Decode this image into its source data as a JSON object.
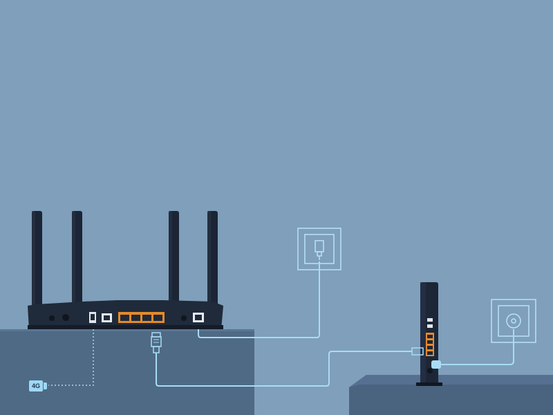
{
  "scene": {
    "description_text": {
      "usb_dongle_label": "4G"
    },
    "colors": {
      "background": "#7f9fba",
      "shelf_left": "#4f6a85",
      "shelf_left_top": "#557090",
      "shelf_right": "#4a6480",
      "router": "#1f2a3a",
      "cable": "#a9dcf5",
      "lan_ports": "#e58a2a"
    },
    "icons": [
      "wifi-router",
      "phone-wall-socket",
      "power-wall-socket",
      "modem",
      "ethernet-connector",
      "usb-4g-dongle"
    ]
  }
}
